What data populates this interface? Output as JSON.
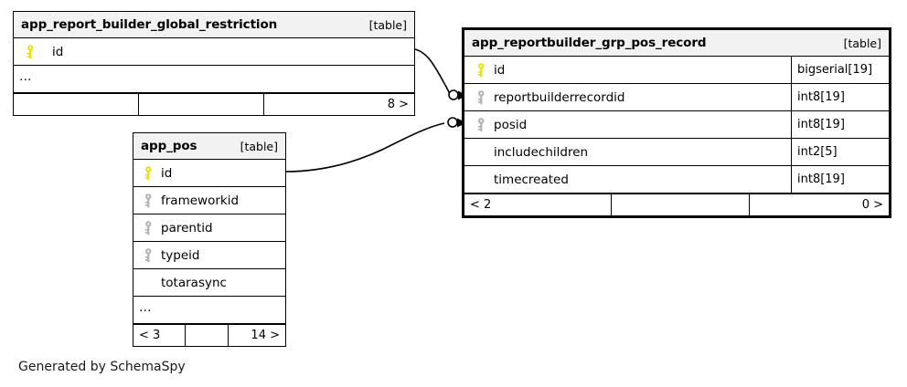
{
  "diagram": {
    "generator_caption": "Generated by SchemaSpy",
    "kind_label": "[table]",
    "ellipsis": "…",
    "colors": {
      "primary_key": "#e8e400",
      "foreign_key": "#b4b4b4",
      "header_background": "#f2f2f2",
      "border": "#000000",
      "background": "#ffffff"
    }
  },
  "tables": [
    {
      "id": "app_report_builder_global_restriction",
      "name": "app_report_builder_global_restriction",
      "kind": "[table]",
      "focal": false,
      "columns": [
        {
          "name": "id",
          "key": "primary",
          "type": ""
        }
      ],
      "has_ellipsis_row": true,
      "footer": {
        "left": "",
        "mid": "",
        "right": "8 >"
      }
    },
    {
      "id": "app_pos",
      "name": "app_pos",
      "kind": "[table]",
      "focal": false,
      "columns": [
        {
          "name": "id",
          "key": "primary",
          "type": ""
        },
        {
          "name": "frameworkid",
          "key": "foreign",
          "type": ""
        },
        {
          "name": "parentid",
          "key": "foreign",
          "type": ""
        },
        {
          "name": "typeid",
          "key": "foreign",
          "type": ""
        },
        {
          "name": "totarasync",
          "key": "none",
          "type": ""
        }
      ],
      "has_ellipsis_row": true,
      "footer": {
        "left": "< 3",
        "mid": "",
        "right": "14 >"
      }
    },
    {
      "id": "app_reportbuilder_grp_pos_record",
      "name": "app_reportbuilder_grp_pos_record",
      "kind": "[table]",
      "focal": true,
      "columns": [
        {
          "name": "id",
          "key": "primary",
          "type": "bigserial[19]"
        },
        {
          "name": "reportbuilderrecordid",
          "key": "foreign",
          "type": "int8[19]"
        },
        {
          "name": "posid",
          "key": "foreign",
          "type": "int8[19]"
        },
        {
          "name": "includechildren",
          "key": "none",
          "type": "int2[5]"
        },
        {
          "name": "timecreated",
          "key": "none",
          "type": "int8[19]"
        }
      ],
      "has_ellipsis_row": false,
      "footer": {
        "left": "< 2",
        "mid": "",
        "right": "0 >"
      }
    }
  ],
  "relationships": [
    {
      "id": "rel-restriction-to-recordid",
      "from_table": "app_report_builder_global_restriction",
      "from_column": "id",
      "to_table": "app_reportbuilder_grp_pos_record",
      "to_column": "reportbuilderrecordid"
    },
    {
      "id": "rel-pos-to-posid",
      "from_table": "app_pos",
      "from_column": "id",
      "to_table": "app_reportbuilder_grp_pos_record",
      "to_column": "posid"
    }
  ]
}
